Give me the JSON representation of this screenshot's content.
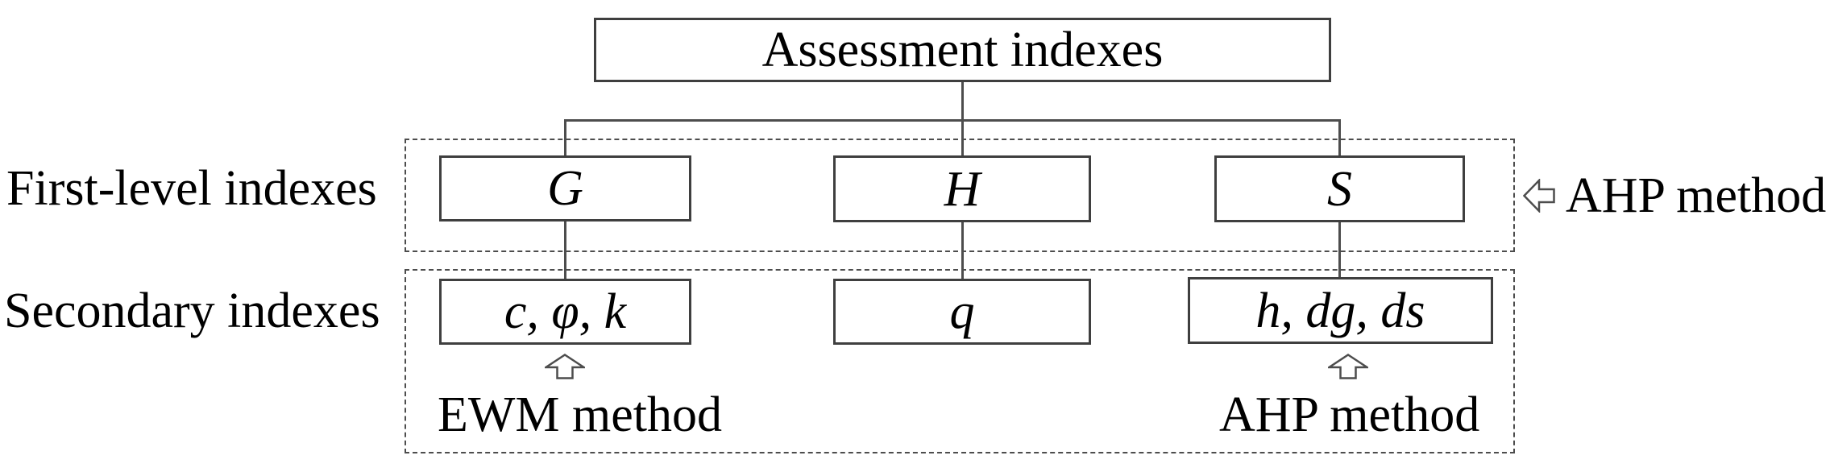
{
  "figure": {
    "root": {
      "label": "Assessment indexes"
    },
    "rows": {
      "first_level": {
        "label": "First-level indexes",
        "nodes": [
          {
            "label": "G"
          },
          {
            "label": "H"
          },
          {
            "label": "S"
          }
        ]
      },
      "secondary": {
        "label": "Secondary indexes",
        "nodes": [
          {
            "label": "c, φ, k"
          },
          {
            "label": "q"
          },
          {
            "label": "h, dg, ds"
          }
        ]
      }
    },
    "annotations": {
      "ahp_right": {
        "label": "AHP method",
        "icon": "left-block-arrow"
      },
      "ewm_bottom": {
        "label": "EWM method",
        "icon": "up-block-arrow"
      },
      "ahp_bottom": {
        "label": "AHP method",
        "icon": "up-block-arrow"
      }
    },
    "colors": {
      "background": "#ffffff",
      "line": "#4d4d4d",
      "text": "#000000"
    }
  }
}
